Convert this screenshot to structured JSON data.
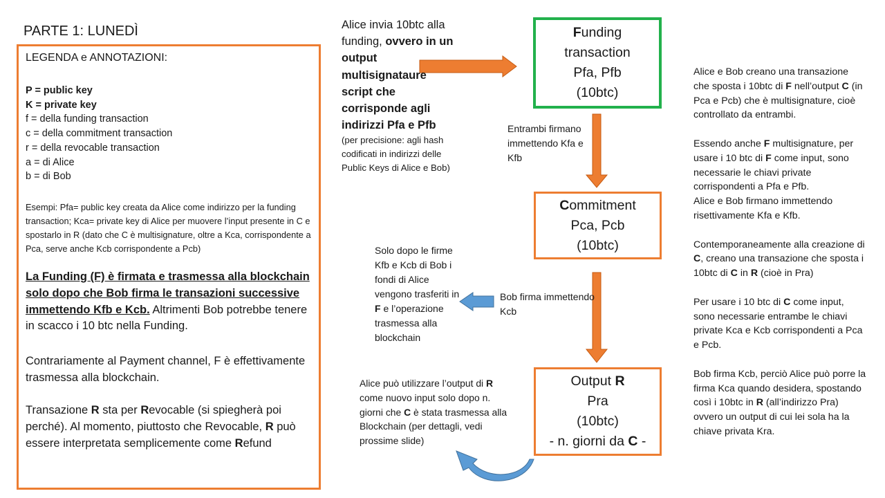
{
  "title": "PARTE 1: LUNEDÌ",
  "legend": {
    "heading": "LEGENDA e ANNOTAZIONI:",
    "lines": [
      {
        "text": "P = public key",
        "bold": true
      },
      {
        "text": "K = private key",
        "bold": true
      },
      {
        "text": "f = della funding transaction",
        "bold": false
      },
      {
        "text": "c = della commitment transaction",
        "bold": false
      },
      {
        "text": "r = della revocable transaction",
        "bold": false
      },
      {
        "text": "a = di Alice",
        "bold": false
      },
      {
        "text": "b = di Bob",
        "bold": false
      }
    ],
    "example": "Esempi: Pfa= public key creata da Alice come indirizzo per la funding transaction; Kca= private key di Alice per muovere l’input presente in C e spostarlo in R (dato che C è multisignature, oltre a Kca, corrispondente a Pca, serve anche Kcb corrispondente a Pcb)",
    "p1_bold": "La Funding (F) è firmata e trasmessa alla blockchain solo dopo che Bob firma le transazioni successive immettendo Kfb e Kcb.",
    "p1_rest": " Altrimenti Bob potrebbe tenere in scacco i 10 btc nella Funding.",
    "p2": "Contrariamente al Payment channel, F è effettivamente trasmessa alla blockchain.",
    "p3": {
      "a": "Transazione ",
      "b": "R",
      "c": " sta per ",
      "d": "R",
      "e": "evocable (si spiegherà poi perché). Al momento, piuttosto che Revocable, ",
      "f": "R",
      "g": " può essere interpretata semplicemente come ",
      "h": "R",
      "i": "efund"
    }
  },
  "nodes": {
    "funding": {
      "line1_first": "F",
      "line1_rest": "unding",
      "line2": "transaction",
      "line3": "Pfa, Pfb",
      "line4": "(10btc)"
    },
    "commitment": {
      "line1_first": "C",
      "line1_rest": "ommitment",
      "line2": "Pca, Pcb",
      "line3": "(10btc)"
    },
    "output": {
      "line1_a": "Output ",
      "line1_b": "R",
      "line2": "Pra",
      "line3": "(10btc)",
      "line4_a": "- n. giorni da ",
      "line4_b": "C",
      "line4_c": " -"
    }
  },
  "annotations": {
    "alice_invia": {
      "a": "Alice invia 10btc alla funding, ",
      "b": "ovvero in un output multisignataure script che corrisponde agli indirizzi Pfa e Pfb",
      "c": "(per precisione: agli hash codificati in indirizzi delle Public Keys di Alice e Bob)"
    },
    "entrambi": "Entrambi firmano immettendo Kfa e Kfb",
    "bob_firma": "Bob firma immettendo Kcb",
    "solo_dopo": {
      "a": "Solo dopo le firme Kfb e Kcb di Bob i fondi di Alice vengono trasferiti in ",
      "b": "F",
      "c": " e l’operazione trasmessa alla blockchain"
    },
    "alice_puo": {
      "a": "Alice può utilizzare l’output di ",
      "b": "R",
      "c": " come nuovo input solo dopo n. giorni che ",
      "d": "C",
      "e": " è stata trasmessa alla Blockchain (per dettagli, vedi prossime slide)"
    }
  },
  "right_panel": {
    "r1": {
      "a": "Alice e Bob creano una transazione che sposta i 10btc di ",
      "b": "F",
      "c": " nell’output ",
      "d": "C",
      "e": " (in Pca e Pcb) che è multisignature, cioè controllato da entrambi."
    },
    "r2": {
      "a": "Essendo anche ",
      "b": "F",
      "c": " multisignature, per usare i 10 btc di ",
      "d": "F",
      "e": " come input, sono necessarie  le chiavi private corrispondenti a Pfa e Pfb.",
      "f": "Alice e Bob firmano immettendo risettivamente Kfa e Kfb."
    },
    "r3": {
      "a": "Contemporaneamente  alla creazione di ",
      "b": "C",
      "c": ", creano una transazione che sposta i 10btc di ",
      "d": "C",
      "e": " in ",
      "f": "R",
      "g": " (cioè in Pra)"
    },
    "r4": {
      "a": "Per usare i 10 btc di ",
      "b": "C",
      "c": " come input, sono necessarie  entrambe le chiavi private Kca e Kcb corrispondenti a Pca e Pcb."
    },
    "r5": {
      "a": "Bob firma Kcb, perciò Alice può porre la firma Kca quando desidera, spostando così i 10btc in ",
      "b": "R",
      "c": " (all’indirizzo Pra) ovvero un output di cui lei sola ha la chiave privata Kra."
    }
  },
  "colors": {
    "orange": "#ed7d31",
    "green": "#22b14c",
    "blue": "#5b9bd5"
  }
}
